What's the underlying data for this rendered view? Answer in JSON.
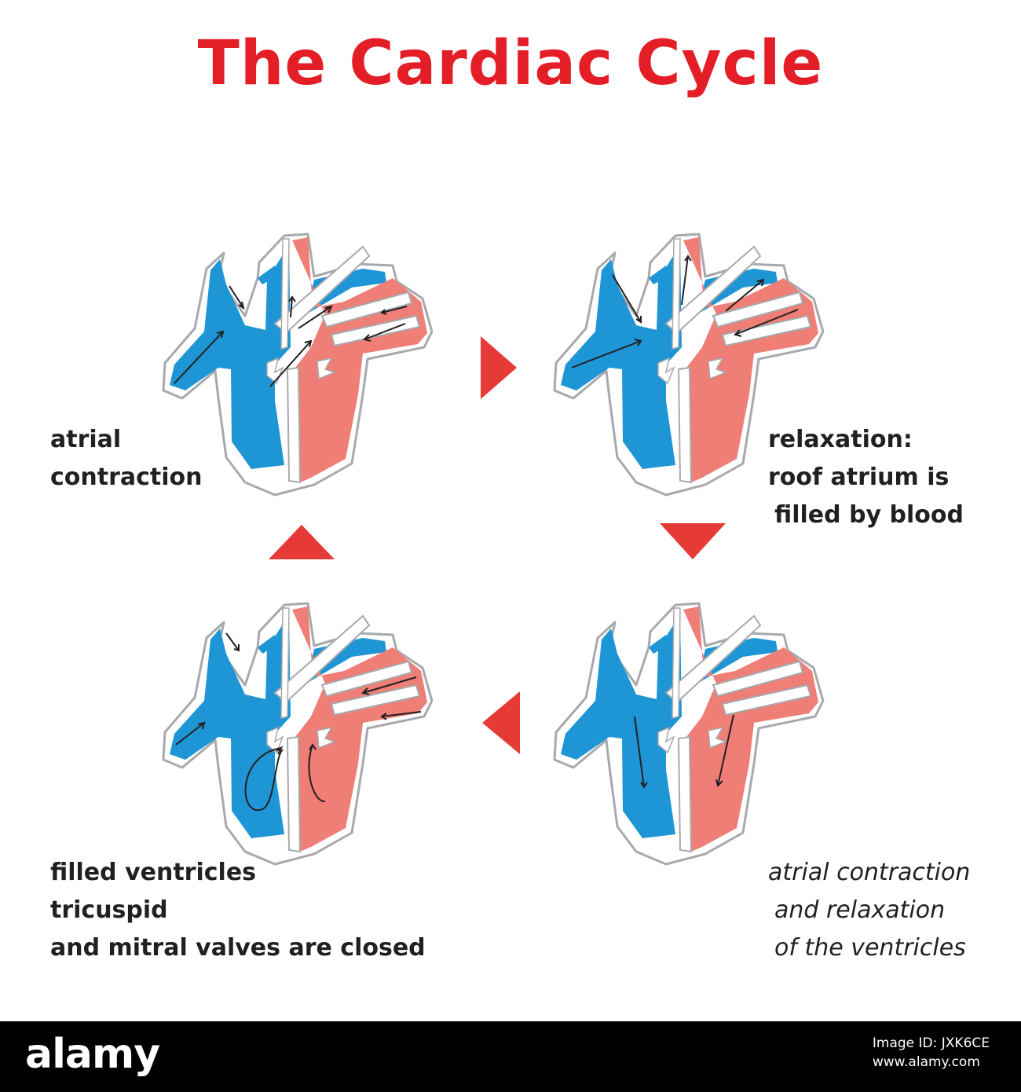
{
  "title": "The Cardiac Cycle",
  "colors": {
    "title": "#e41e26",
    "arrow": "#e63a36",
    "deoxygenated": "#1e95d4",
    "oxygenated": "#ee7e76",
    "outline": "#a7a9ac",
    "text": "#231f20"
  },
  "stages": [
    {
      "lines": [
        "atrial",
        "contraction"
      ]
    },
    {
      "lines": [
        "relaxation:",
        "roof atrium is",
        "filled by blood"
      ]
    },
    {
      "lines": [
        "filled ventricles",
        "tricuspid",
        "and mitral valves are closed"
      ]
    },
    {
      "lines": [
        "atrial contraction",
        "and relaxation",
        "of the ventricles"
      ]
    }
  ],
  "footer": {
    "brand": "alamy",
    "image_id_lines": [
      "Image ID: JXK6CE",
      "www.alamy.com"
    ]
  }
}
